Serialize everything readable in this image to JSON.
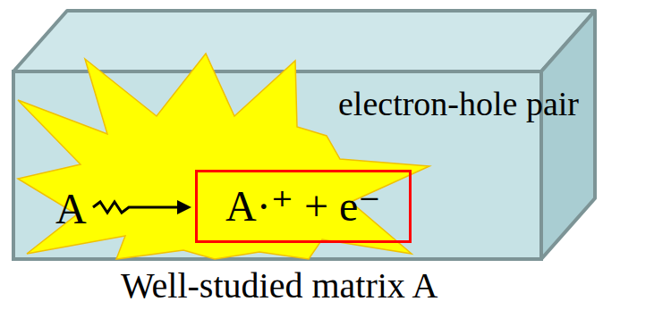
{
  "diagram": {
    "nodes": [
      {
        "text": [
          "Well-studied matrix A"
        ]
      },
      {
        "text": [
          "electron-hole pair",
          "A·⁺ + e⁻"
        ],
        "in": 0
      }
    ],
    "labels": [
      "A"
    ]
  }
}
